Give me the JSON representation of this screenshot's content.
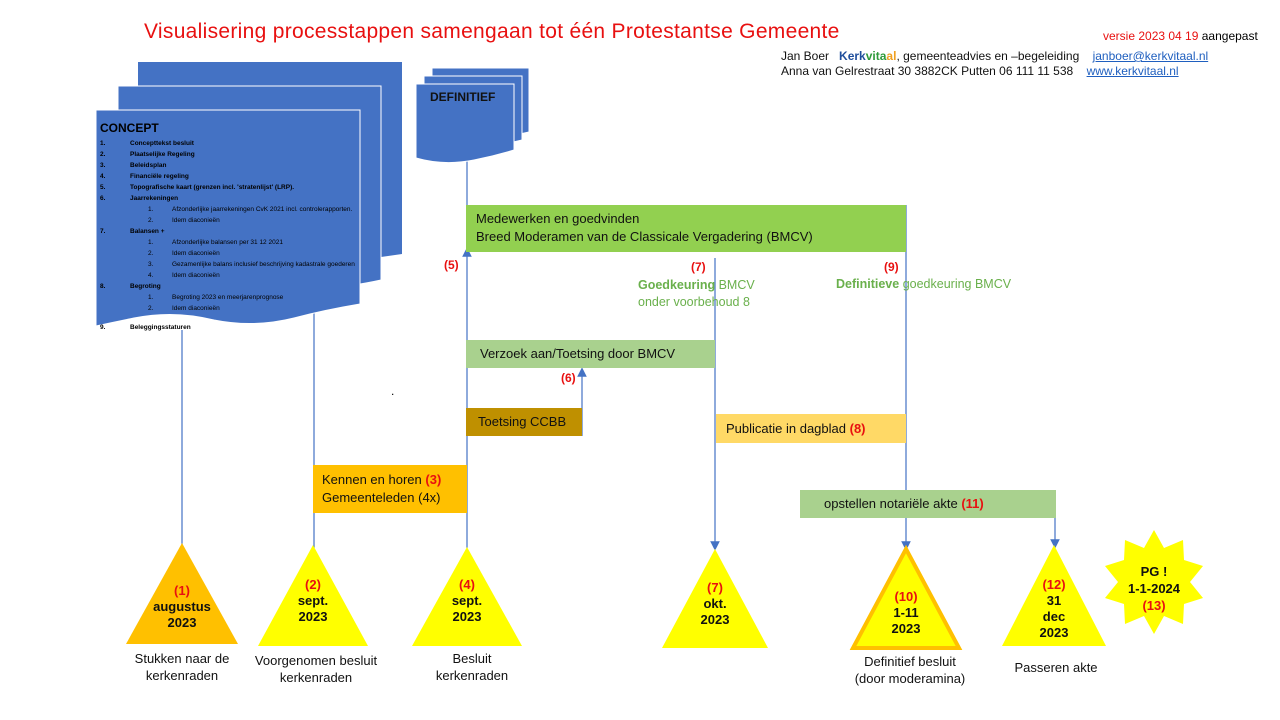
{
  "header": {
    "title": "Visualisering processtappen samengaan tot één Protestantse Gemeente",
    "version_prefix": "versie 2023 04 19",
    "version_suffix": "aangepast",
    "line1_name": "Jan Boer",
    "brand_a": "Kerk",
    "brand_b": "vita",
    "brand_c": "al",
    "line1_rest": ", gemeenteadvies en –begeleiding",
    "email": "janboer@kerkvitaal.nl",
    "line2_address": "Anna van Gelrestraat 30    3882CK  Putten    06 111 11 538",
    "website": "www.kerkvitaal.nl"
  },
  "concept_doc": {
    "title": "CONCEPT",
    "items": [
      {
        "num": "1.",
        "text": "Concepttekst  besluit"
      },
      {
        "num": "2.",
        "text": "Plaatselijke Regeling"
      },
      {
        "num": "3.",
        "text": "Beleidsplan"
      },
      {
        "num": "4.",
        "text": "Financiële regeling"
      },
      {
        "num": "5.",
        "text": "Topografische  kaart (grenzen incl. 'stratenlijst' (LRP)."
      },
      {
        "num": "6.",
        "text": "Jaarrekeningen"
      },
      {
        "num": "1.",
        "text": "Afzonderlijke jaarrekeningen CvK 2021 incl. controlerapporten.",
        "sub": true
      },
      {
        "num": "2.",
        "text": "Idem diaconieën",
        "sub": true
      },
      {
        "num": "7.",
        "text": "Balansen +"
      },
      {
        "num": "1.",
        "text": "Afzonderlijke balansen per 31 12 2021",
        "sub": true
      },
      {
        "num": "2.",
        "text": "Idem diaconieën",
        "sub": true
      },
      {
        "num": "3.",
        "text": "Gezamenlijke balans inclusief beschrijving kadastrale goederen",
        "sub": true
      },
      {
        "num": "4.",
        "text": "Idem diaconieën",
        "sub": true
      },
      {
        "num": "8.",
        "text": "Begroting"
      },
      {
        "num": "1.",
        "text": "Begroting 2023 en meerjarenprognose",
        "sub": true
      },
      {
        "num": "2.",
        "text": "Idem diaconieën",
        "sub": true
      },
      {
        "num": "",
        "text": ""
      },
      {
        "num": "9.",
        "text": "Beleggingsstaturen"
      }
    ]
  },
  "definitief_doc": {
    "title": "DEFINITIEF"
  },
  "boxes": {
    "bmcv_line1": "Medewerken  en goedvinden",
    "bmcv_line2": "Breed Moderamen  van de Classicale Vergadering (BMCV)",
    "verzoek": "Verzoek aan/Toetsing door BMCV",
    "ccbb": "Toetsing CCBB",
    "publicatie": "Publicatie in dagblad",
    "publicatie_num": "(8)",
    "kennen_line1": "Kennen en horen",
    "kennen_num": "(3)",
    "kennen_line2": "Gemeenteleden (4x)",
    "notaris": "opstellen notariële akte",
    "notaris_num": "(11)"
  },
  "step_labels": {
    "s5": "(5)",
    "s6": "(6)",
    "s7": "(7)",
    "s7_bold": "Goedkeuring",
    "s7_rest": " BMCV",
    "s7_line2": "onder voorbehoud 8",
    "s9": "(9)",
    "s9_bold": "Definitieve",
    "s9_rest": " goedkeuring BMCV",
    "dot": "."
  },
  "milestones": [
    {
      "num": "(1)",
      "l1": "augustus",
      "l2": "2023",
      "caption1": "Stukken naar de",
      "caption2": "kerkenraden"
    },
    {
      "num": "(2)",
      "l1": "sept.",
      "l2": "2023",
      "caption1": "Voorgenomen besluit",
      "caption2": "kerkenraden"
    },
    {
      "num": "(4)",
      "l1": "sept.",
      "l2": "2023",
      "caption1": "Besluit",
      "caption2": "kerkenraden"
    },
    {
      "num": "(7)",
      "l1": "okt.",
      "l2": "2023",
      "caption1": "",
      "caption2": ""
    },
    {
      "num": "(10)",
      "l1": "1-11",
      "l2": "2023",
      "caption1": "Definitief besluit",
      "caption2": "(door     moderamina)"
    },
    {
      "num": "(12)",
      "l1": "31",
      "l2": "dec",
      "l3": "2023",
      "caption1": "Passeren akte",
      "caption2": ""
    }
  ],
  "burst": {
    "l1": "PG !",
    "l2": "1-1-2024",
    "num": "(13)"
  },
  "colors": {
    "doc_blue": "#4472c4",
    "bmcv_green": "#92d050",
    "light_green": "#a9d18e",
    "ccbb_gold": "#bf9000",
    "kennen_orange": "#ffc000",
    "publicatie_yellow": "#ffd966",
    "triangle_yellow": "#ffff00",
    "triangle_orange": "#ffc000",
    "accent_red": "#e81010",
    "text_green": "#6ab04c"
  }
}
